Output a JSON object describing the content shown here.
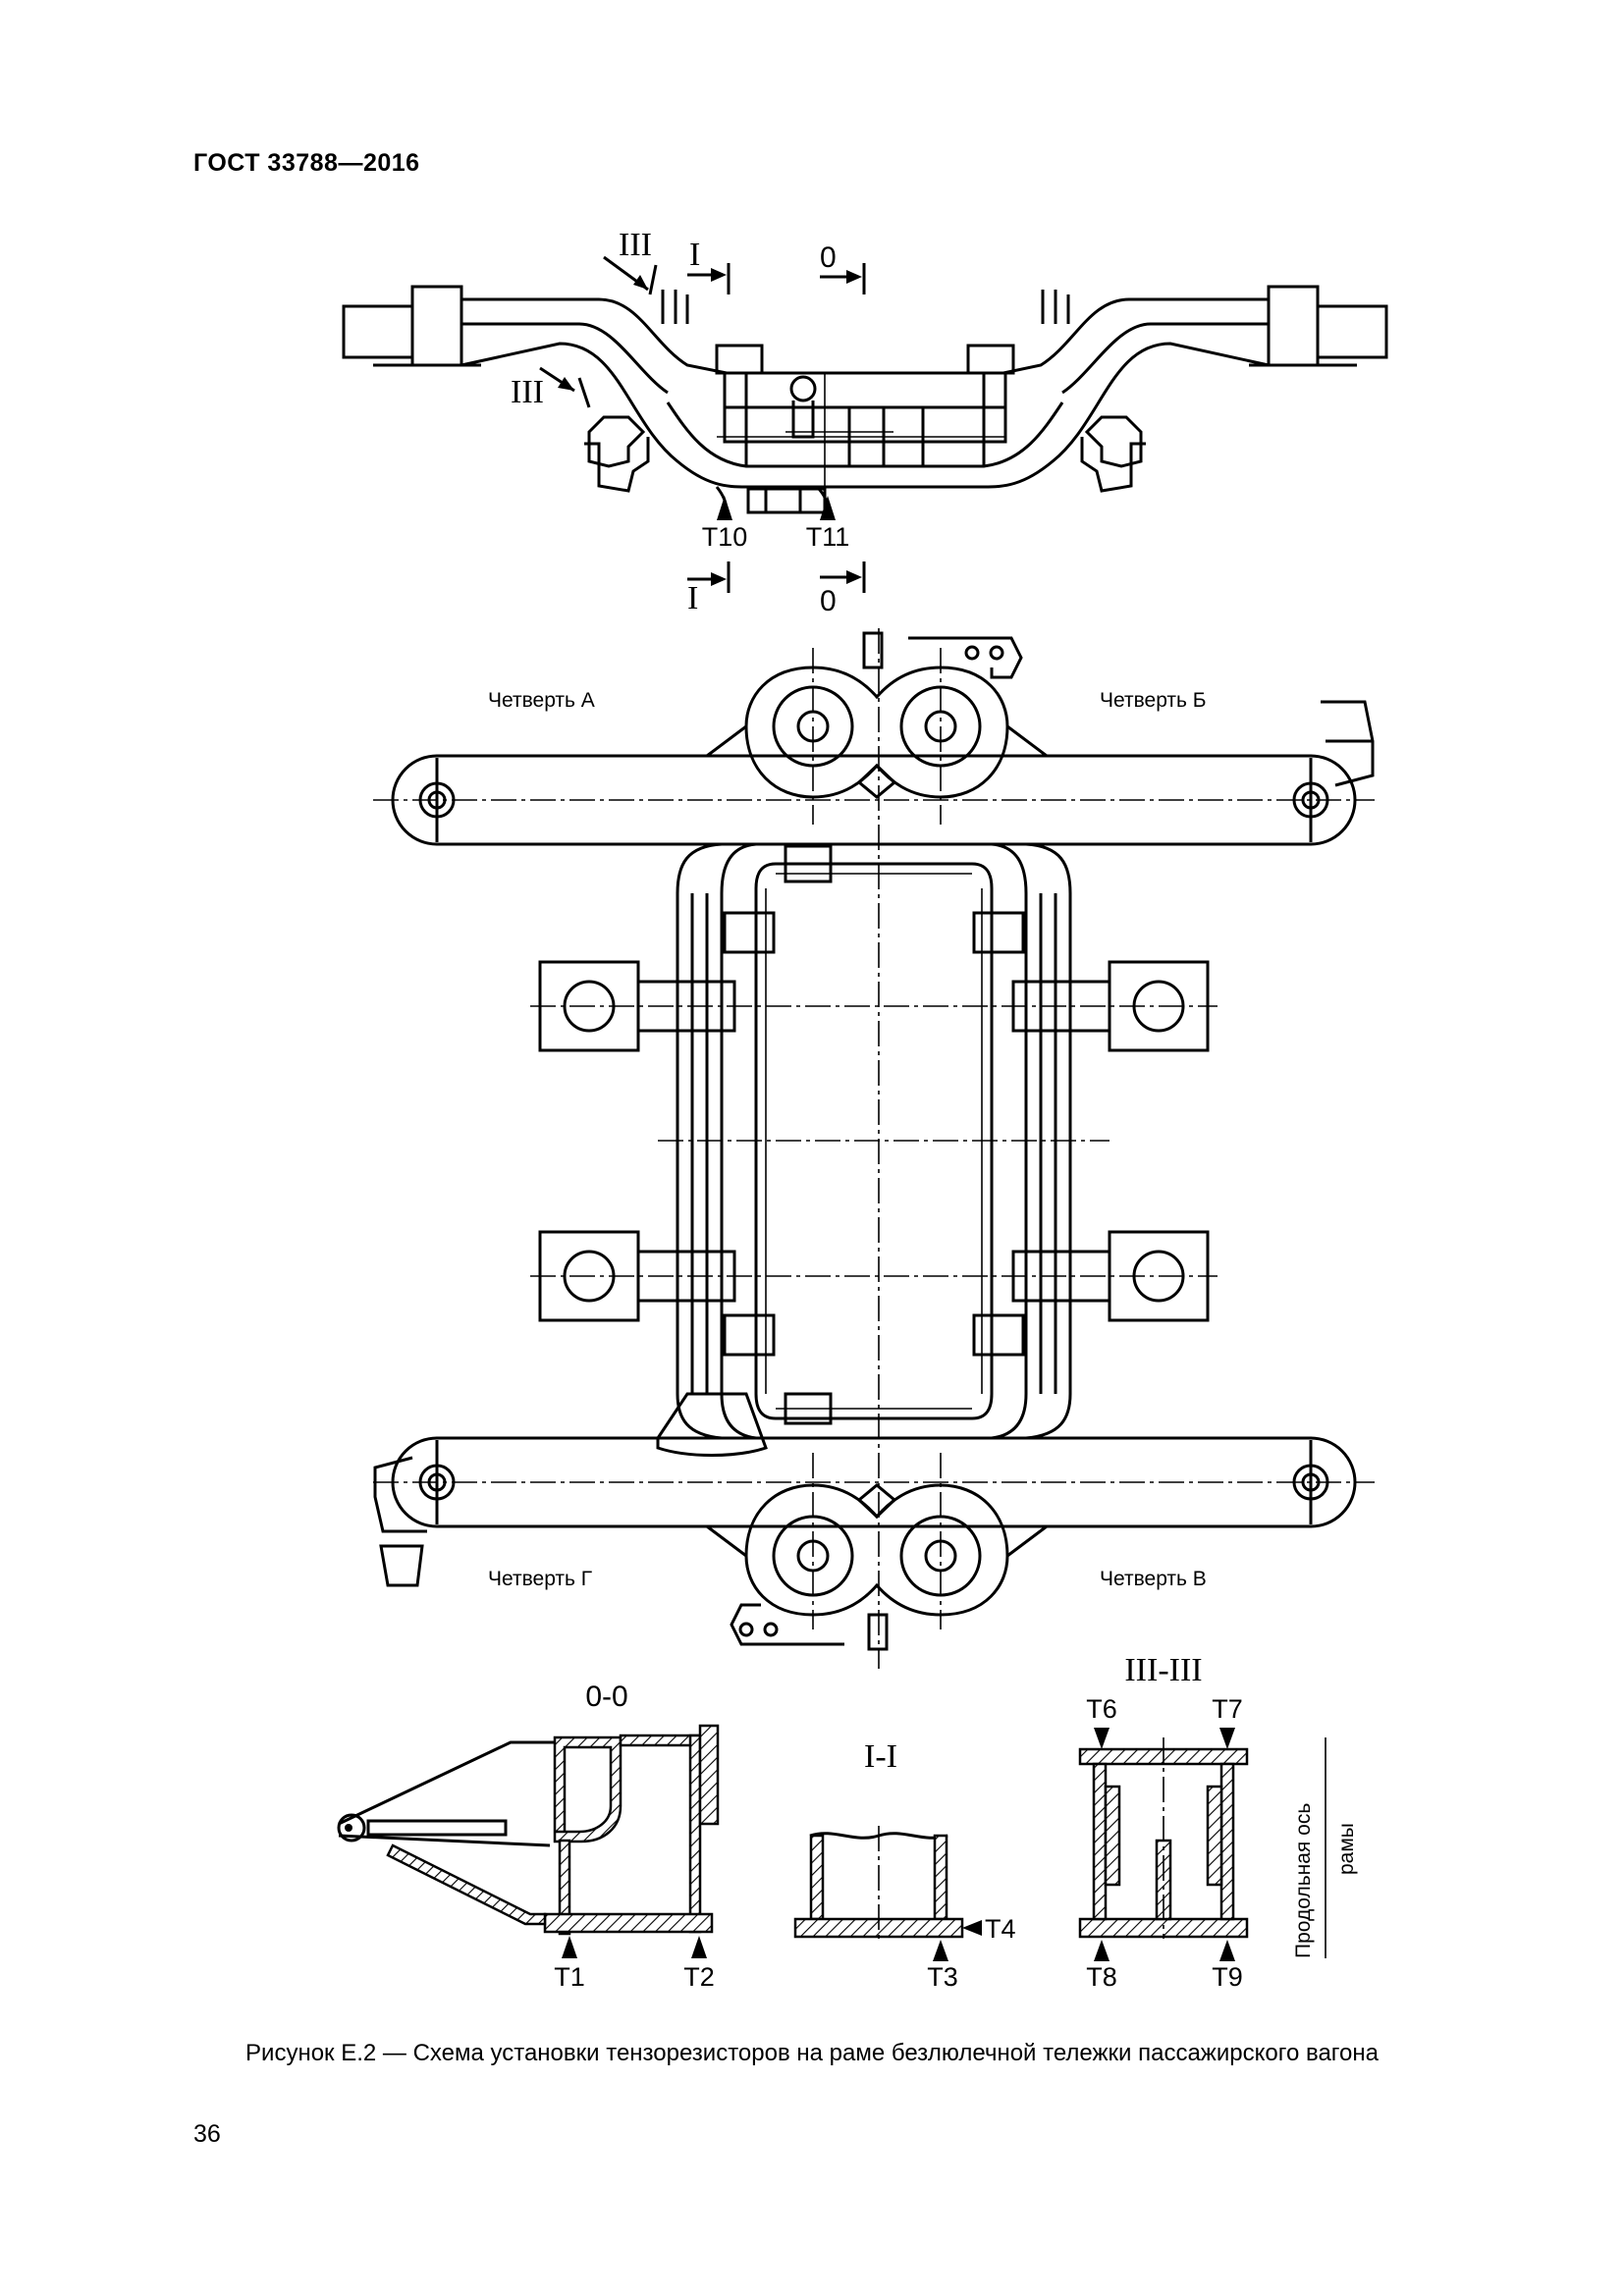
{
  "header": {
    "standard": "ГОСТ 33788—2016"
  },
  "figure": {
    "caption": "Рисунок Е.2 — Схема установки тензорезисторов на раме безлюлечной тележки пассажирского вагона",
    "side_view": {
      "section_marks": {
        "iii_top": "III",
        "iii_left": "III",
        "i_top": "I",
        "i_bottom": "I",
        "zero_top": "0",
        "zero_bottom": "0"
      },
      "gauges": {
        "t10": "Т10",
        "t11": "Т11"
      }
    },
    "plan_view": {
      "quarters": {
        "a": "Четверть А",
        "b": "Четверть Б",
        "g": "Четверть Г",
        "v": "Четверть В"
      }
    },
    "sections": {
      "s00": {
        "title": "0-0",
        "t1": "Т1",
        "t2": "Т2"
      },
      "s11": {
        "title": "I-I",
        "t3": "Т3",
        "t4": "Т4"
      },
      "s33": {
        "title": "III-III",
        "t6": "Т6",
        "t7": "Т7",
        "t8": "Т8",
        "t9": "Т9",
        "axis_line1": "Продольная ось",
        "axis_line2": "рамы"
      }
    }
  },
  "page_number": "36"
}
